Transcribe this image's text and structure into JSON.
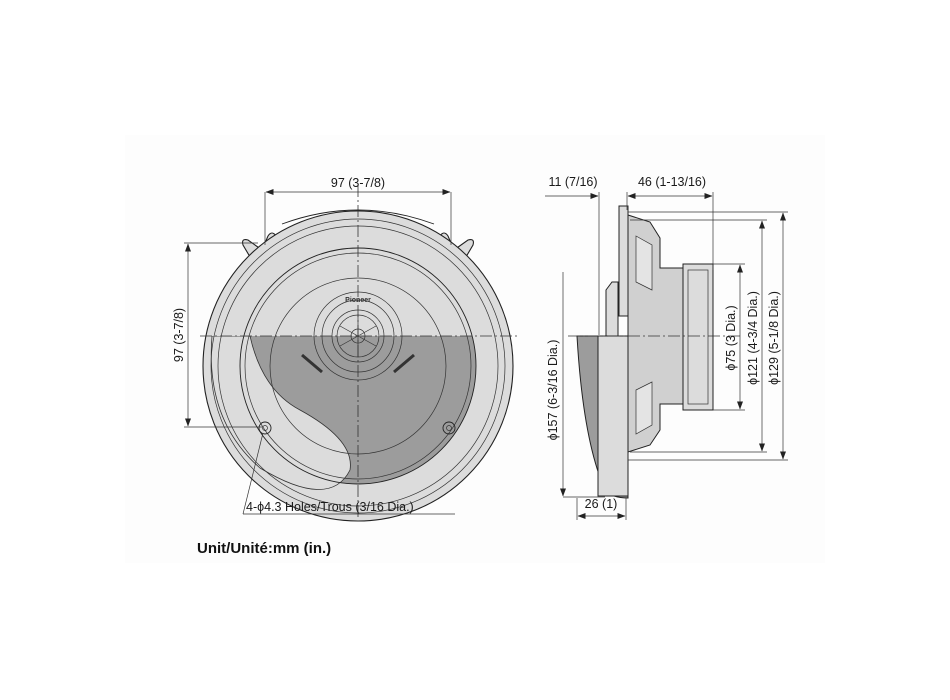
{
  "diagram": {
    "subject": "Speaker dimension drawing (front and side views)",
    "front_view": {
      "width_dim": "97 (3-7/8)",
      "height_dim": "97 (3-7/8)",
      "holes_note": "4-ϕ4.3 Holes/Trous (3/16 Dia.)",
      "brand_mark": "Pioneer"
    },
    "side_view": {
      "flange_thickness": "11 (7/16)",
      "mount_depth": "46 (1-13/16)",
      "front_protrusion": "26 (1)",
      "overall_dia": "ϕ157 (6-3/16 Dia.)",
      "magnet_dia": "ϕ75 (3 Dia.)",
      "cutout_dia": "ϕ121 (4-3/4 Dia.)",
      "frame_dia": "ϕ129 (5-1/8 Dia.)"
    },
    "unit_label": "Unit/Unité:mm (in.)",
    "colors": {
      "background": "#ffffff",
      "line": "#222222",
      "body_light": "#dcdcdc",
      "body_dark": "#9c9c9c"
    }
  }
}
